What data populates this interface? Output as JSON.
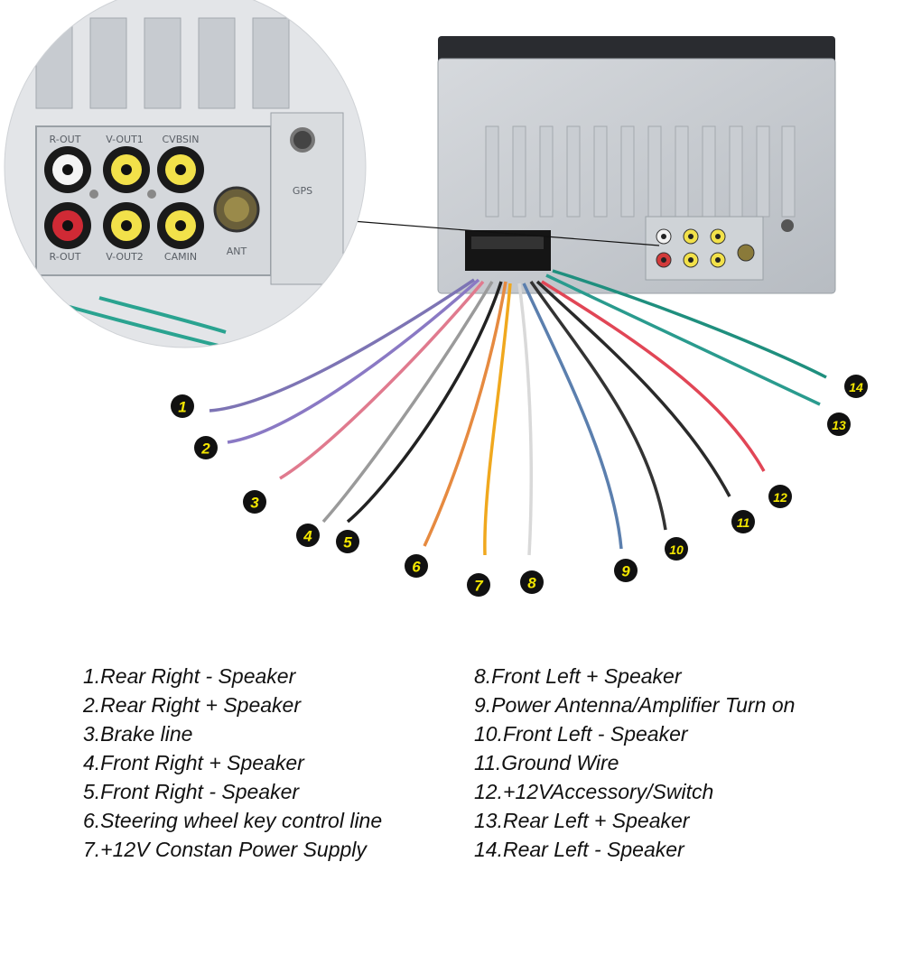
{
  "ports": {
    "r_out_top": "R-OUT",
    "v_out1": "V-OUT1",
    "cvbsin": "CVBSIN",
    "r_out_bottom": "R-OUT",
    "v_out2": "V-OUT2",
    "camin": "CAMIN",
    "ant": "ANT",
    "gps": "GPS"
  },
  "wires": [
    {
      "num": "1",
      "color": "#7d74b4"
    },
    {
      "num": "2",
      "color": "#8a79c4"
    },
    {
      "num": "3",
      "color": "#e07a8e"
    },
    {
      "num": "4",
      "color": "#9a9a9a"
    },
    {
      "num": "5",
      "color": "#222222"
    },
    {
      "num": "6",
      "color": "#e68a40"
    },
    {
      "num": "7",
      "color": "#f0a81e"
    },
    {
      "num": "8",
      "color": "#e8e8e8"
    },
    {
      "num": "9",
      "color": "#5b7fae"
    },
    {
      "num": "10",
      "color": "#333333"
    },
    {
      "num": "11",
      "color": "#2a2a2a"
    },
    {
      "num": "12",
      "color": "#e14656"
    },
    {
      "num": "13",
      "color": "#2a9b8e"
    },
    {
      "num": "14",
      "color": "#1f8f7e"
    }
  ],
  "legend": {
    "left": [
      "1.Rear Right - Speaker",
      "2.Rear Right + Speaker",
      "3.Brake line",
      "4.Front Right + Speaker",
      "5.Front Right - Speaker",
      "6.Steering wheel key control line",
      "7.+12V Constan Power Supply"
    ],
    "right": [
      "8.Front Left + Speaker",
      "9.Power Antenna/Amplifier Turn on",
      "10.Front Left - Speaker",
      "11.Ground Wire",
      "12.+12VAccessory/Switch",
      "13.Rear Left + Speaker",
      "14.Rear Left - Speaker"
    ]
  }
}
